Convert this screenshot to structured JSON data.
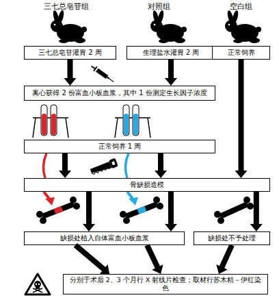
{
  "diagram": {
    "nodes": [
      {
        "text": [
          "三七总皂苷灌胃 2 周"
        ]
      },
      {
        "text": [
          "生理盐水灌胃 2 周"
        ]
      },
      {
        "text": [
          "正常饲养"
        ]
      },
      {
        "text": [
          "离心获得 2 份富血小板血浆，其中 1 份测定生长因子浓度"
        ]
      },
      {
        "text": [
          "正常饲养 1 周"
        ]
      },
      {
        "text": [
          "骨缺损造模"
        ]
      },
      {
        "text": [
          "缺损处植入自体富血小板血浆"
        ]
      },
      {
        "text": [
          "缺损处不予处理"
        ]
      },
      {
        "text": [
          "分别于术后 2、3 个月行 X 射线片检查；取材行苏木精－伊红染色"
        ]
      }
    ],
    "edges": [
      {
        "from": 0,
        "to": 3,
        "arrow": "to"
      },
      {
        "from": 1,
        "to": 3,
        "arrow": "to"
      },
      {
        "from": 4,
        "to": 5,
        "arrow": "to"
      },
      {
        "from": 4,
        "to": 5,
        "arrow": "to"
      },
      {
        "from": 2,
        "to": 5,
        "arrow": "to"
      },
      {
        "from": 5,
        "to": 6,
        "arrow": "to"
      },
      {
        "from": 5,
        "to": 6,
        "arrow": "to"
      },
      {
        "from": 5,
        "to": 7,
        "arrow": "to"
      },
      {
        "from": 6,
        "to": 8,
        "arrow": "to"
      },
      {
        "from": 6,
        "to": 8,
        "arrow": "to"
      },
      {
        "from": 7,
        "to": 8,
        "arrow": "to"
      }
    ],
    "labels": [
      "三七总皂苷组",
      "对照组",
      "空白组"
    ]
  }
}
